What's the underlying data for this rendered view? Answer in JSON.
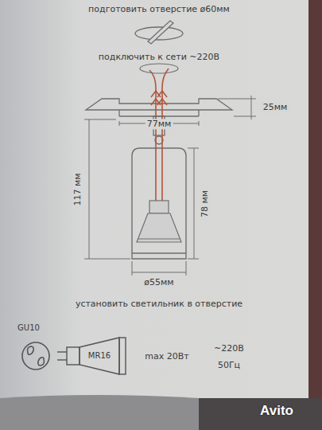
{
  "diagram": {
    "labels": [
      "подготовить отверстие ø60мм",
      "подключить к сети ~220В",
      "25мм",
      "77мм",
      "117 мм",
      "78 мм",
      "ø55мм",
      "установить светильник в отверстие",
      "GU10",
      "MR16",
      "max 20Вт",
      "~220В",
      "50Гц",
      "Avito"
    ]
  }
}
